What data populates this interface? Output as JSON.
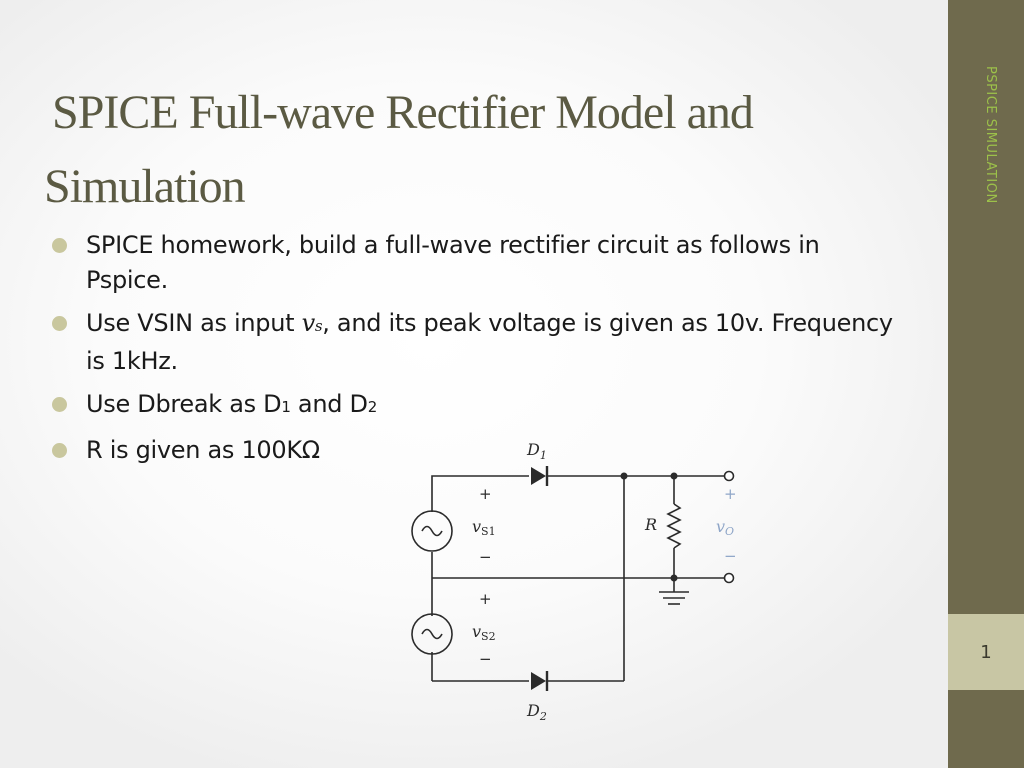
{
  "sidebar": {
    "label": "PSPICE  SIMULATION",
    "page_number": "1"
  },
  "title": {
    "line1": "SPICE Full-wave Rectifier Model and",
    "line2": "Simulation"
  },
  "bullets": [
    {
      "text": "SPICE homework, build a full-wave rectifier circuit as follows in Pspice."
    },
    {
      "pre": "Use VSIN as input ",
      "var": "v",
      "var_sub": "s",
      "post": ", and its peak voltage is given as 10v. Frequency is 1kHz."
    },
    {
      "pre": "Use Dbreak as D",
      "sub1": "1",
      "mid": " and D",
      "sub2": "2"
    },
    {
      "text": "R is given as 100KΩ"
    }
  ],
  "circuit": {
    "d1": "D",
    "d1_sub": "1",
    "d2": "D",
    "d2_sub": "2",
    "r": "R",
    "vs1": "v",
    "vs1_sub": "S1",
    "vs2": "v",
    "vs2_sub": "S2",
    "vo": "v",
    "vo_sub": "O",
    "plus": "+",
    "minus": "−",
    "colors": {
      "wire": "#2b2b2b",
      "output_label": "#8fa6c8"
    }
  }
}
